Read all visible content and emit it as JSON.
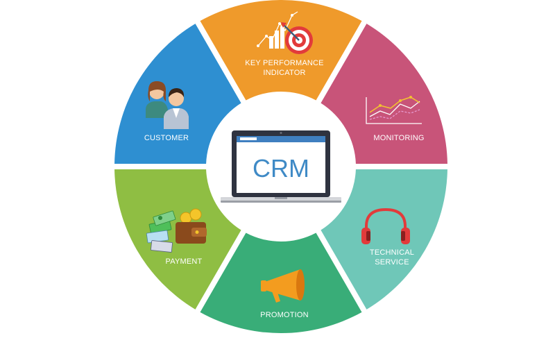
{
  "center": {
    "text": "CRM"
  },
  "segments": {
    "kpi": {
      "lines": [
        "KEY PERFORMANCE",
        "INDICATOR"
      ],
      "color": "#ef9a2b"
    },
    "monitoring": {
      "lines": [
        "MONITORING"
      ],
      "color": "#c85479"
    },
    "technical": {
      "lines": [
        "TECHNICAL",
        "SERVICE"
      ],
      "color": "#6fc7b8"
    },
    "promotion": {
      "lines": [
        "PROMOTION"
      ],
      "color": "#39ad78"
    },
    "payment": {
      "lines": [
        "PAYMENT"
      ],
      "color": "#8fbe43"
    },
    "customer": {
      "lines": [
        "CUSTOMER"
      ],
      "color": "#2e8fd1"
    }
  }
}
